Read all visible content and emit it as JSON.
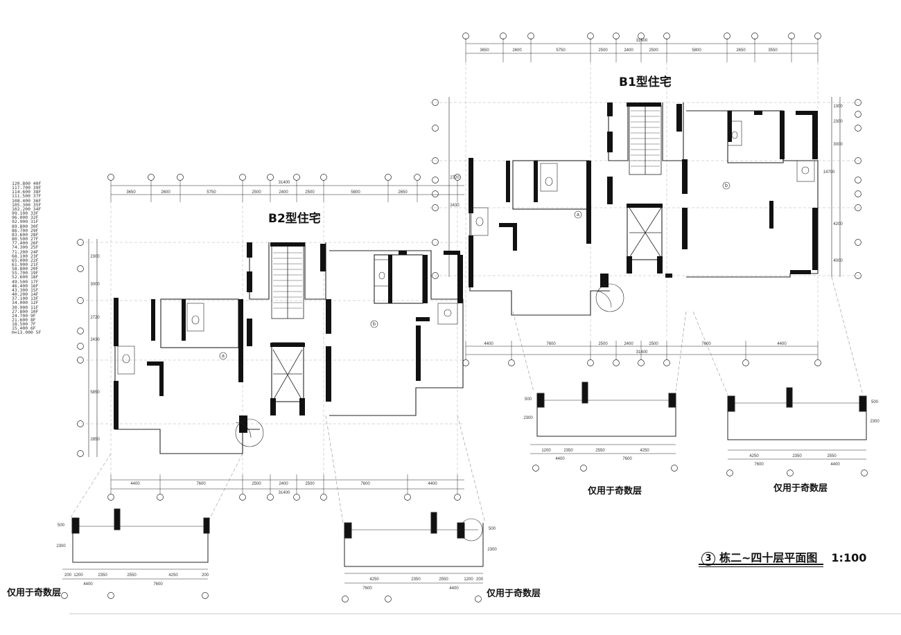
{
  "labels": {
    "b1_title": "B1型住宅",
    "b2_title": "B2型住宅",
    "odd_floor_note": "仅用于奇数层",
    "sheet_number": "3",
    "sheet_title": "栋二~四十层平面图",
    "sheet_scale": "1:100"
  },
  "dimensions": {
    "total": "31400",
    "top_row": [
      "3650",
      "2600",
      "5750",
      "2500",
      "2400",
      "2500",
      "5800",
      "2650",
      "3550"
    ],
    "bottom_row": [
      "4400",
      "7600",
      "2500",
      "2400",
      "2500",
      "7600",
      "4400"
    ],
    "vertical_b1": [
      "1300",
      "2300",
      "3000",
      "14700",
      "4200",
      "4000",
      "2720",
      "2430"
    ],
    "vertical_b2": [
      "2300",
      "3000",
      "2720",
      "2430",
      "5850",
      "2850"
    ],
    "balcony_a": [
      "200",
      "1200",
      "2350",
      "2550",
      "4250",
      "200",
      "4400",
      "7600"
    ],
    "balcony_b": [
      "4250",
      "2350",
      "2550",
      "1200",
      "200",
      "4400",
      "7600"
    ],
    "balcony_heights": [
      "500",
      "2300"
    ]
  },
  "room_codes": [
    "a",
    "b"
  ],
  "floor_levels": [
    "120.800",
    "117.700",
    "114.600",
    "111.500",
    "108.400",
    "105.300",
    "102.200",
    "99.100",
    "96.000",
    "92.900",
    "89.800",
    "86.700",
    "83.600",
    "80.500",
    "77.400",
    "74.300",
    "71.200",
    "68.100",
    "65.000",
    "61.900",
    "58.800",
    "55.700",
    "52.600",
    "49.500",
    "46.400",
    "43.300",
    "40.200",
    "37.100",
    "34.000",
    "30.900",
    "27.800",
    "24.700",
    "21.600",
    "18.500",
    "15.400",
    "H=13.000"
  ],
  "floor_codes": [
    "40F",
    "39F",
    "38F",
    "37F",
    "36F",
    "35F",
    "34F",
    "33F",
    "32F",
    "31F",
    "30F",
    "29F",
    "28F",
    "27F",
    "26F",
    "25F",
    "24F",
    "23F",
    "22F",
    "21F",
    "20F",
    "19F",
    "18F",
    "17F",
    "16F",
    "15F",
    "14F",
    "13F",
    "12F",
    "11F",
    "10F",
    "9F",
    "8F",
    "7F",
    "6F",
    "5F"
  ]
}
